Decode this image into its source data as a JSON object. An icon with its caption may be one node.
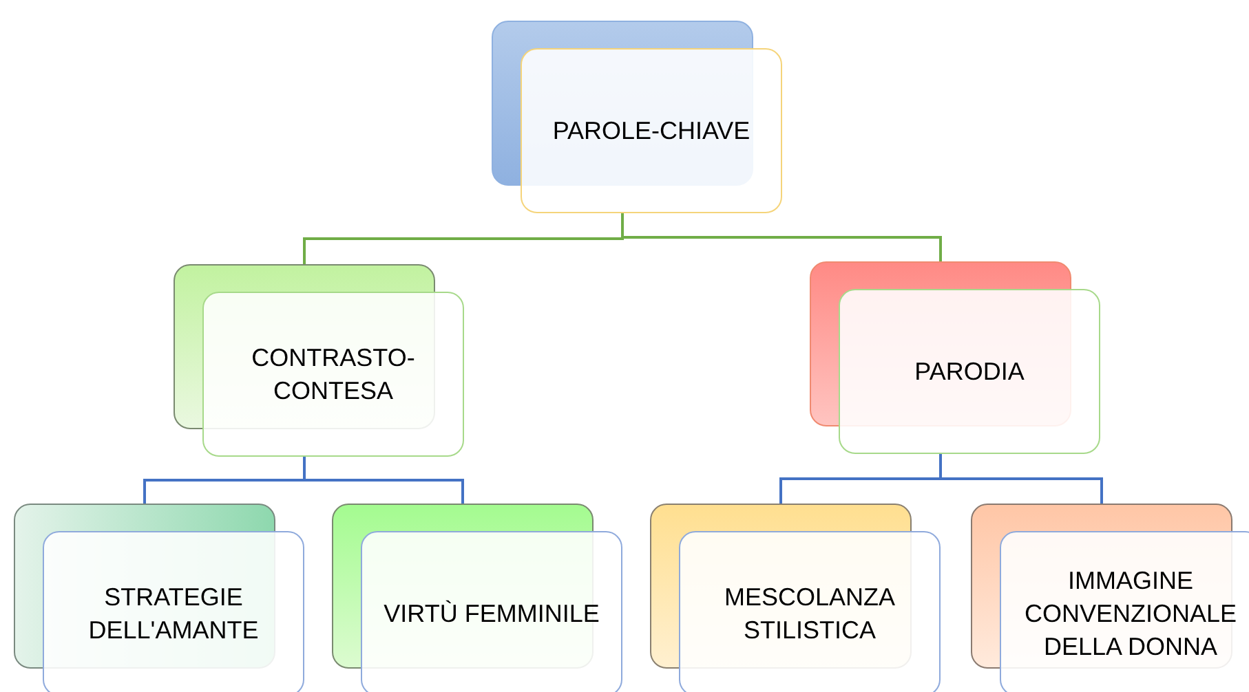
{
  "diagram": {
    "nodes": [
      {
        "text": [
          "PAROLE-CHIAVE"
        ]
      },
      {
        "text": [
          "CONTRASTO-CONTESA"
        ]
      },
      {
        "text": [
          "PARODIA"
        ]
      },
      {
        "text": [
          "STRATEGIE DELL'AMANTE"
        ]
      },
      {
        "text": [
          "VIRTÙ FEMMINILE"
        ]
      },
      {
        "text": [
          "MESCOLANZA STILISTICA"
        ]
      },
      {
        "text": [
          "IMMAGINE CONVENZIONALE DELLA DONNA"
        ]
      }
    ],
    "edges": [
      {
        "from": 0,
        "to": 1,
        "arrow": "none",
        "color": "#70ad47"
      },
      {
        "from": 0,
        "to": 2,
        "arrow": "none",
        "color": "#70ad47"
      },
      {
        "from": 1,
        "to": 3,
        "arrow": "none"
      },
      {
        "from": 1,
        "to": 4,
        "arrow": "none"
      },
      {
        "from": 2,
        "to": 5,
        "arrow": "none"
      },
      {
        "from": 2,
        "to": 6,
        "arrow": "none"
      }
    ]
  }
}
